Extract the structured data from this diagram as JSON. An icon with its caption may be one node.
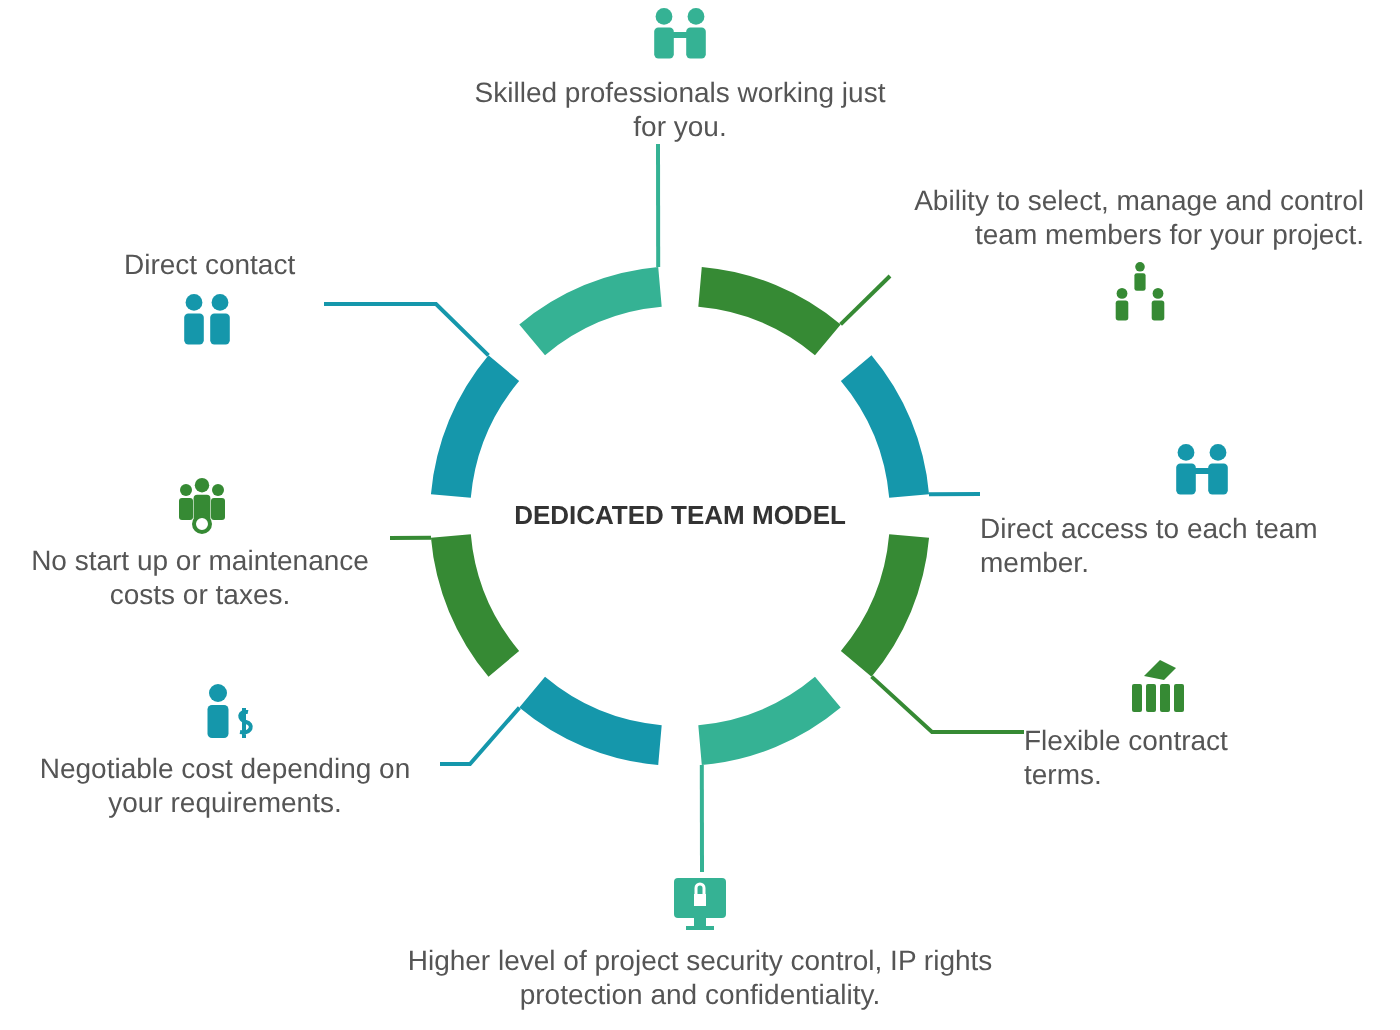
{
  "diagram": {
    "title": "DEDICATED TEAM MODEL",
    "nodes": [
      {
        "text": [
          "Skilled professionals working just for you."
        ]
      },
      {
        "text": [
          "Ability to select, manage and control team members for your project."
        ]
      },
      {
        "text": [
          "Direct access to each team member."
        ]
      },
      {
        "text": [
          "Flexible contract terms."
        ]
      },
      {
        "text": [
          "Higher level of project security control, IP rights protection and confidentiality."
        ]
      },
      {
        "text": [
          "Negotiable cost depending on your requirements."
        ]
      },
      {
        "text": [
          "No start up or maintenance costs or taxes."
        ]
      },
      {
        "text": [
          "Direct contact"
        ]
      },
      {
        "text": [],
        "shape": "arc"
      },
      {
        "text": [],
        "shape": "arc"
      },
      {
        "text": [],
        "shape": "arc"
      },
      {
        "text": [],
        "shape": "arc"
      },
      {
        "text": [],
        "shape": "arc"
      },
      {
        "text": [],
        "shape": "arc"
      },
      {
        "text": [],
        "shape": "arc"
      },
      {
        "text": [],
        "shape": "arc"
      }
    ],
    "edges": [
      {
        "from": 0,
        "to": 8,
        "arrow": "none",
        "color": "#35b294"
      },
      {
        "from": 1,
        "to": 9,
        "arrow": "none",
        "color": "#368a34"
      },
      {
        "from": 2,
        "to": 10,
        "arrow": "none",
        "color": "#1597ab"
      },
      {
        "from": 3,
        "to": 11,
        "arrow": "none",
        "color": "#368a34"
      },
      {
        "from": 4,
        "to": 12,
        "arrow": "none",
        "color": "#35b294"
      },
      {
        "from": 5,
        "to": 13,
        "arrow": "none",
        "color": "#1597ab"
      },
      {
        "from": 6,
        "to": 14,
        "arrow": "none",
        "color": "#368a34"
      },
      {
        "from": 7,
        "to": 15,
        "arrow": "none",
        "color": "#1597ab"
      }
    ]
  }
}
